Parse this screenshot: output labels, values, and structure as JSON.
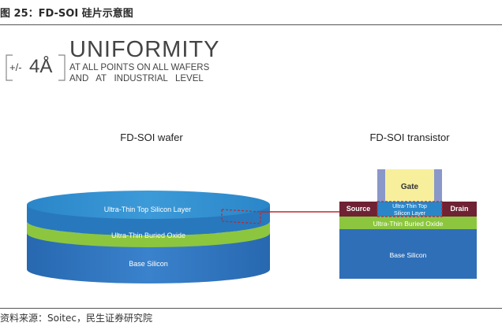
{
  "figure_title": "图 25：FD-SOI 硅片示意图",
  "source_text": "资料来源：Soitec，民生证券研究院",
  "banner": {
    "tolerance_prefix": "+/-",
    "tolerance_value": "4Å",
    "headline": "UNIFORMITY",
    "line1": "AT ALL POINTS ON ALL WAFERS",
    "line2": "AND   AT   INDUSTRIAL   LEVEL"
  },
  "wafer": {
    "title": "FD-SOI wafer",
    "top_layer_label": "Ultra-Thin Top Silicon Layer",
    "oxide_label": "Ultra-Thin Buried Oxide",
    "base_label": "Base Silicon"
  },
  "transistor": {
    "title": "FD-SOI transistor",
    "gate_label": "Gate",
    "source_label": "Source",
    "drain_label": "Drain",
    "channel_label_line1": "Ultra-Thin Top",
    "channel_label_line2": "Silicon Layer",
    "oxide_label": "Ultra-Thin Buried Oxide",
    "base_label": "Base Silicon"
  },
  "colors": {
    "top_silicon": "#2a86c8",
    "buried_oxide": "#8cc63f",
    "base_silicon": "#2f6fb7",
    "gate": "#f7ef9c",
    "gate_spacer": "#8a97c9",
    "source_drain": "#6e2233",
    "connector": "#c0272d"
  }
}
